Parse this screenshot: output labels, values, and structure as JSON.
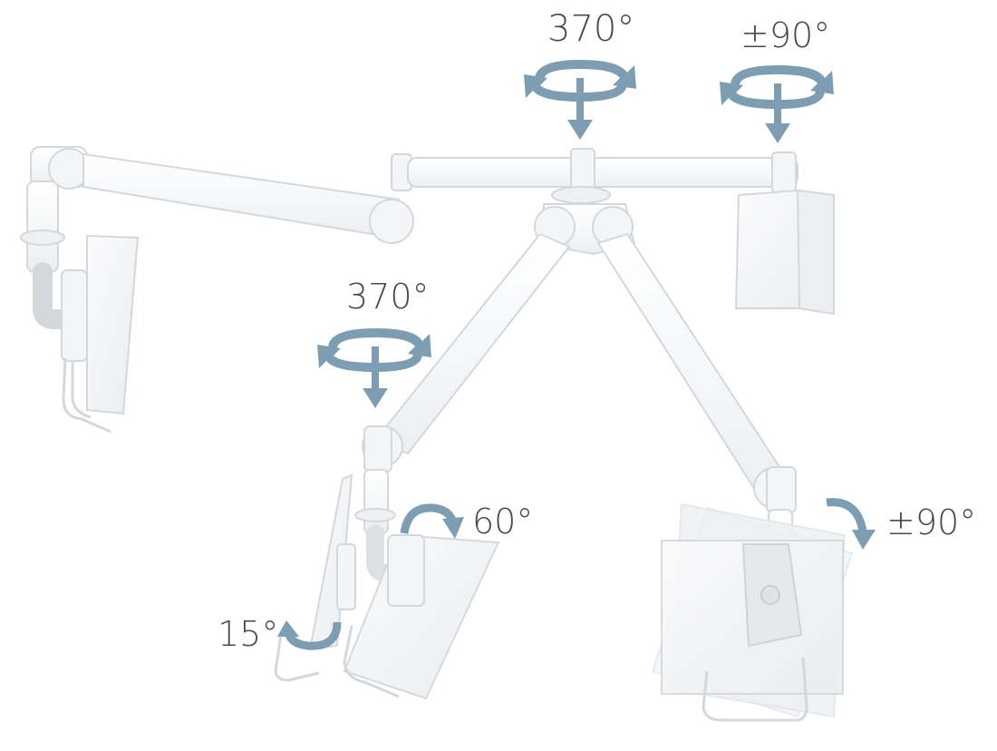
{
  "colors": {
    "arrow": "#7d9db2",
    "arm_fill": "#f7f8f9",
    "arm_stroke": "#d4d8dc",
    "text": "#4a4a4a",
    "background": "#ffffff"
  },
  "labels": {
    "top_pivot_rotation": "370°",
    "top_right_rotation": "±90°",
    "mid_pivot_rotation": "370°",
    "tilt_60": "60°",
    "rotate_pm90": "±90°",
    "tilt_15": "15°"
  },
  "icons": [
    "rotation-arrow-icon",
    "down-arrow-icon",
    "curved-arrow-icon"
  ]
}
